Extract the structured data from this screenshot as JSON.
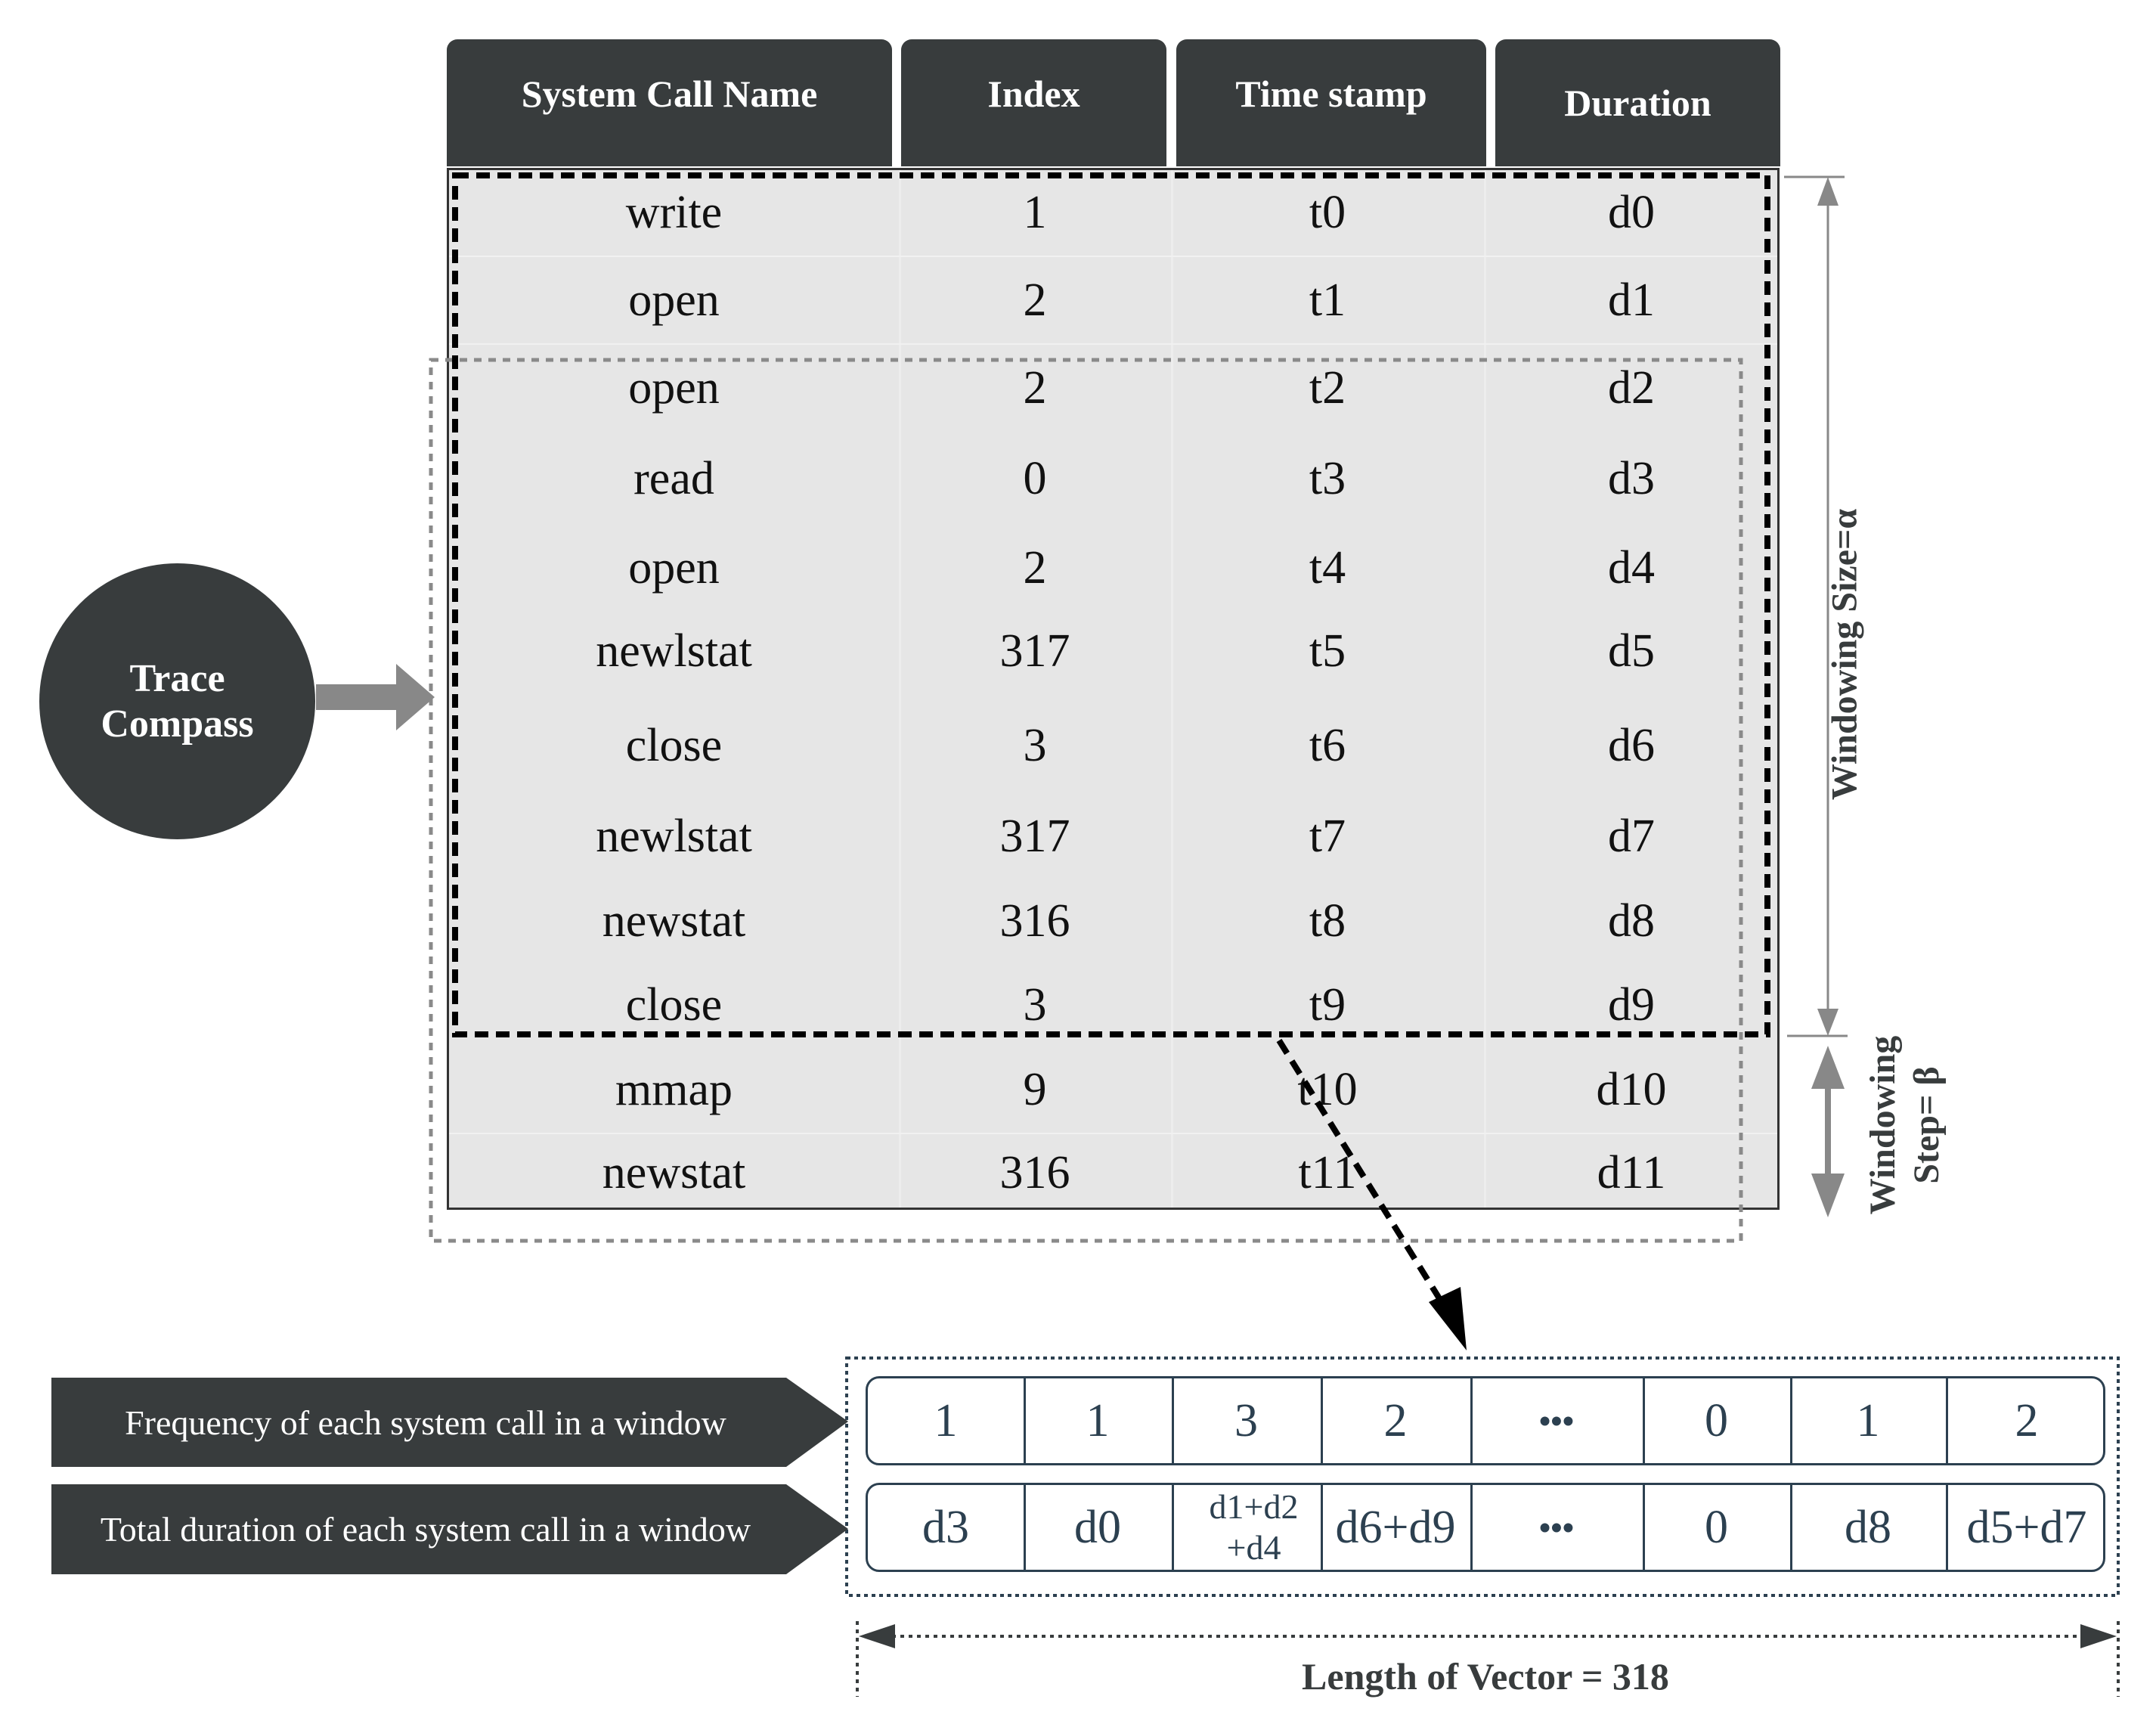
{
  "table": {
    "headers": [
      "System Call Name",
      "Index",
      "Time stamp",
      "Duration"
    ],
    "rows": [
      {
        "name": "write",
        "index": "1",
        "ts": "t0",
        "dur": "d0"
      },
      {
        "name": "open",
        "index": "2",
        "ts": "t1",
        "dur": "d1"
      },
      {
        "name": "open",
        "index": "2",
        "ts": "t2",
        "dur": "d2"
      },
      {
        "name": "read",
        "index": "0",
        "ts": "t3",
        "dur": "d3"
      },
      {
        "name": "open",
        "index": "2",
        "ts": "t4",
        "dur": "d4"
      },
      {
        "name": "newlstat",
        "index": "317",
        "ts": "t5",
        "dur": "d5"
      },
      {
        "name": "close",
        "index": "3",
        "ts": "t6",
        "dur": "d6"
      },
      {
        "name": "newlstat",
        "index": "317",
        "ts": "t7",
        "dur": "d7"
      },
      {
        "name": "newstat",
        "index": "316",
        "ts": "t8",
        "dur": "d8"
      },
      {
        "name": "close",
        "index": "3",
        "ts": "t9",
        "dur": "d9"
      },
      {
        "name": "mmap",
        "index": "9",
        "ts": "t10",
        "dur": "d10"
      },
      {
        "name": "newstat",
        "index": "316",
        "ts": "t11",
        "dur": "d11"
      }
    ]
  },
  "source": {
    "line1": "Trace",
    "line2": "Compass"
  },
  "window": {
    "size_label": "Windowing Size=α",
    "step_line1": "Windowing",
    "step_line2": "Step= β"
  },
  "vectors": {
    "frequency_label": "Frequency of each system call in a window",
    "duration_label": "Total duration of each system call in a window",
    "frequency_values": [
      "1",
      "1",
      "3",
      "2",
      "•••",
      "0",
      "1",
      "2"
    ],
    "duration_values": [
      "d3",
      "d0",
      "d1+d2 +d4",
      "d6+d9",
      "•••",
      "0",
      "d8",
      "d5+d7"
    ],
    "length_label": "Length of Vector = 318"
  },
  "colors": {
    "dark": "#383c3d",
    "table_bg": "#e6e6e6",
    "vector_border": "#2c4050"
  }
}
